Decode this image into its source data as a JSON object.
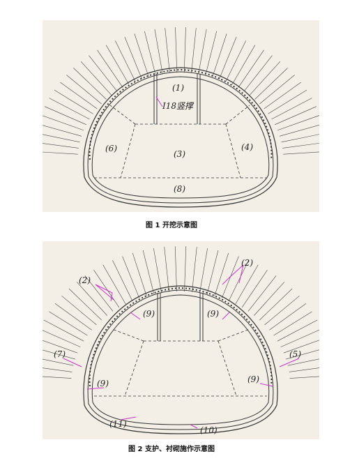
{
  "figure1": {
    "caption": "图 1 开挖示意图",
    "labels": {
      "part1": "(1)",
      "i18": "I18竖撑",
      "part6": "(6)",
      "part3": "(3)",
      "part4": "(4)",
      "part8": "(8)"
    }
  },
  "figure2": {
    "caption": "图 2  支护、衬砌施作示意图",
    "labels": {
      "part2_left": "(2)",
      "part2_right": "(2)",
      "part9_a": "(9)",
      "part9_b": "(9)",
      "part9_c": "(9)",
      "part9_d": "(9)",
      "part7": "(7)",
      "part5": "(5)",
      "part11": "(11)",
      "part10": "(10)"
    }
  },
  "colors": {
    "background": "#f3efe6",
    "line": "#333333",
    "leader": "#cc33cc"
  }
}
